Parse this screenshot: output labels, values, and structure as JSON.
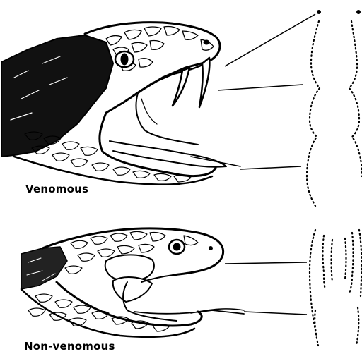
{
  "labels": {
    "venomous": "Venomous",
    "non_venomous": "Non-venomous"
  },
  "colors": {
    "ink": "#000000",
    "paper": "#ffffff"
  },
  "icons": [
    "venomous-snake-head-illustration",
    "non-venomous-snake-head-illustration",
    "venomous-bite-mark-pattern",
    "non-venomous-bite-mark-pattern"
  ]
}
